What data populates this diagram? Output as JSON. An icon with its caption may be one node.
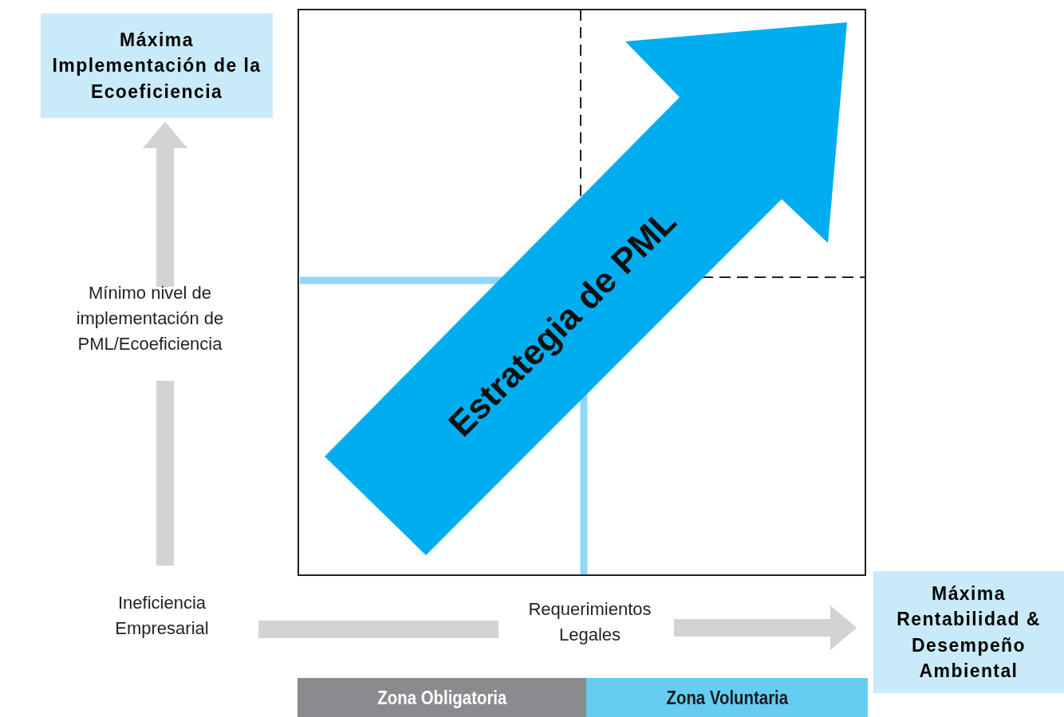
{
  "diagram": {
    "nodes": [
      {
        "text": [
          "Máxima Implementación de la Ecoeficiencia"
        ]
      },
      {
        "text": [
          "Mínimo nivel de implementación de PML/Ecoeficiencia"
        ]
      },
      {
        "text": [
          "Ineficiencia Empresarial"
        ]
      },
      {
        "text": [
          "Requerimientos Legales"
        ]
      },
      {
        "text": [
          "Máxima Rentabilidad & Desempeño Ambiental"
        ]
      },
      {
        "text": [
          "Estrategia de PML"
        ]
      },
      {
        "text": [
          "Zona Obligatoria"
        ]
      },
      {
        "text": [
          "Zona Voluntaria"
        ]
      }
    ],
    "edges": [
      {
        "from": 1,
        "to": 0,
        "arrow": "to"
      },
      {
        "from": 2,
        "to": 1,
        "arrow": "none"
      },
      {
        "from": 2,
        "to": 3,
        "arrow": "none"
      },
      {
        "from": 3,
        "to": 4,
        "arrow": "to"
      }
    ]
  }
}
